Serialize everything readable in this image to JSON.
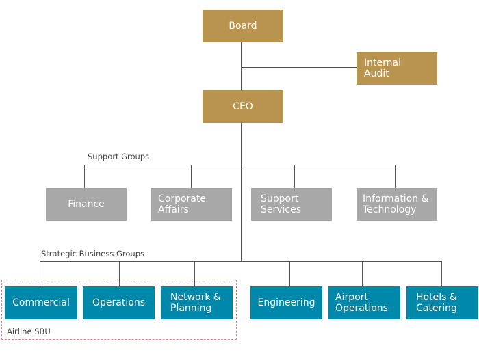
{
  "top": {
    "board": "Board",
    "internal_audit": "Internal\nAudit",
    "ceo": "CEO"
  },
  "support_groups": {
    "label": "Support Groups",
    "items": [
      "Finance",
      "Corporate\nAffairs",
      "Support\nServices",
      "Information &\nTechnology"
    ]
  },
  "strategic_business_groups": {
    "label": "Strategic Business Groups",
    "items": [
      "Commercial",
      "Operations",
      "Network &\nPlanning",
      "Engineering",
      "Airport\nOperations",
      "Hotels &\nCatering"
    ]
  },
  "airline_sbu": {
    "label": "Airline SBU"
  },
  "colors": {
    "executive": "#b8944f",
    "support": "#a8a8a8",
    "business": "#0088aa",
    "sbu_border": "#e07a84",
    "connector": "#555555"
  }
}
